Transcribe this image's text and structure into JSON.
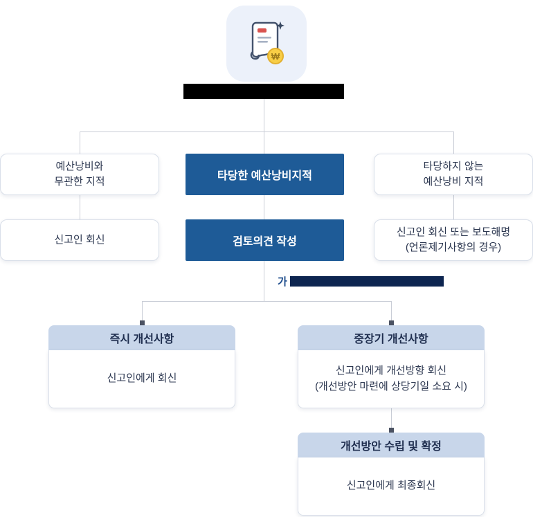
{
  "colors": {
    "primary_blue": "#1e5b97",
    "header_light_blue": "#c8d6ea",
    "redaction_title": "#000000",
    "redaction_note": "#0d2550",
    "line_gray": "#c9cdd6"
  },
  "icons": {
    "top": "document-with-won-coin-icon"
  },
  "title_bar": {
    "redacted": true,
    "text": ""
  },
  "row1": {
    "left": "예산낭비와\n무관한 지적",
    "center": "타당한 예산낭비지적",
    "right": "타당하지 않는\n예산낭비 지적"
  },
  "row2": {
    "left": "신고인 회신",
    "center": "검토의견 작성",
    "right": "신고인 회신 또는 보도해명\n(언론제기사항의 경우)"
  },
  "branch_note": {
    "visible_prefix": "가",
    "redacted": true
  },
  "immediate": {
    "title": "즉시 개선사항",
    "body": "신고인에게 회신"
  },
  "midlong": {
    "title": "중장기 개선사항",
    "body": "신고인에게 개선방향 회신\n(개선방안 마련에 상당기일 소요 시)"
  },
  "final": {
    "title": "개선방안 수립 및 확정",
    "body": "신고인에게 최종회신"
  }
}
